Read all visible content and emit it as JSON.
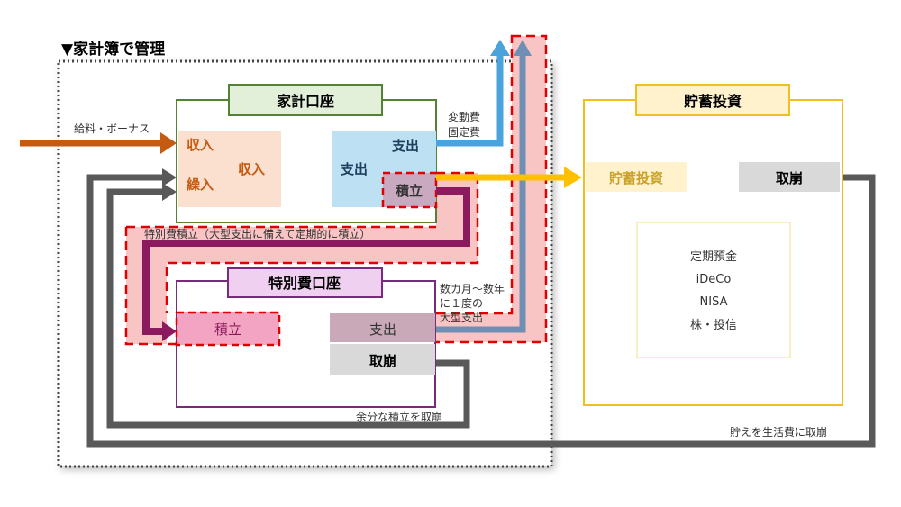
{
  "title": "▼家計簿で管理",
  "household": {
    "title": "家計口座",
    "income1": "収入",
    "transfer": "繰入",
    "income2": "収入",
    "expense_top": "支出",
    "expense_left": "支出",
    "saving": "積立"
  },
  "special": {
    "title": "特別費口座",
    "saving": "積立",
    "expense": "支出",
    "withdraw": "取崩"
  },
  "savings": {
    "title": "貯蓄投資",
    "label": "貯蓄投資",
    "withdraw": "取崩",
    "items": [
      "定期預金",
      "iDeCo",
      "NISA",
      "株・投信"
    ]
  },
  "labels": {
    "salary": "給料・ボーナス",
    "variable": "変動費",
    "fixed": "固定費",
    "special_saving": "特別費積立（大型支出に備えて定期的に積立）",
    "big1": "数カ月～数年",
    "big2": "に１度の",
    "big3": "大型支出",
    "excess": "余分な積立を取崩",
    "living": "貯えを生活費に取崩"
  },
  "colors": {
    "orange": "#c55a11",
    "blue": "#4aa3da",
    "steel": "#6f8fb5",
    "gold": "#ffc000",
    "purple": "#8b1a5e",
    "gray": "#595959",
    "red": "#e00000"
  }
}
